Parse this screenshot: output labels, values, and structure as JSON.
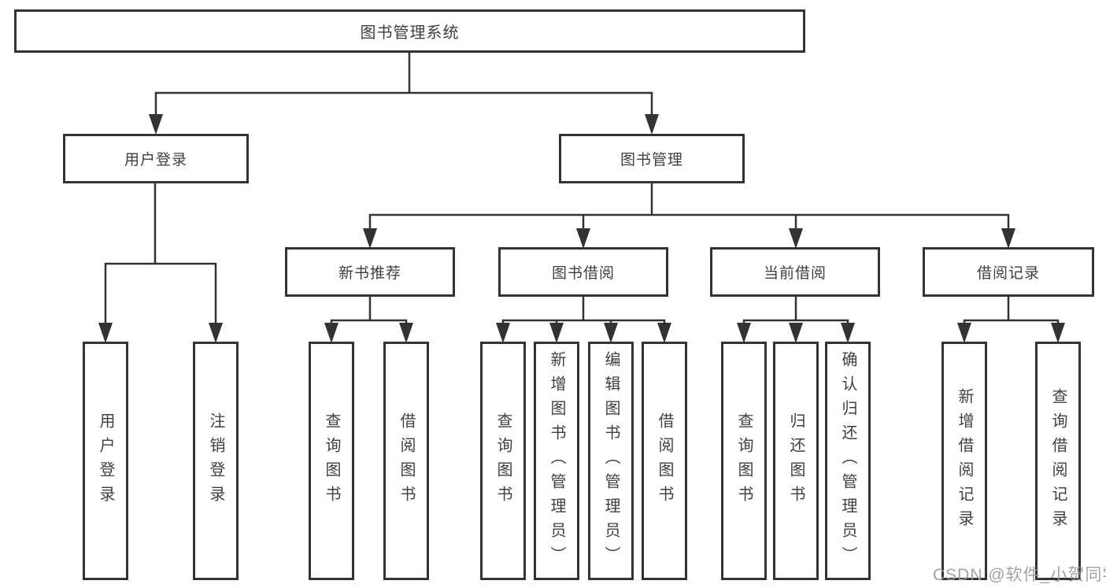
{
  "colors": {
    "background": "#ffffff",
    "box_border": "#333333",
    "connector_line": "#333333",
    "text": "#3d3f42",
    "watermark": "#9a9a9a"
  },
  "watermark": {
    "text": "CSDN @软件_小贺同学"
  },
  "tree": {
    "root": {
      "label": "图书管理系统",
      "children": [
        {
          "label": "用户登录",
          "children": [
            {
              "label": "用户登录"
            },
            {
              "label": "注销登录"
            }
          ]
        },
        {
          "label": "图书管理",
          "children": [
            {
              "label": "新书推荐",
              "children": [
                {
                  "label": "查询图书"
                },
                {
                  "label": "借阅图书"
                }
              ]
            },
            {
              "label": "图书借阅",
              "children": [
                {
                  "label": "查询图书"
                },
                {
                  "label": "新增图书（管理员）"
                },
                {
                  "label": "编辑图书（管理员）"
                },
                {
                  "label": "借阅图书"
                }
              ]
            },
            {
              "label": "当前借阅",
              "children": [
                {
                  "label": "查询图书"
                },
                {
                  "label": "归还图书"
                },
                {
                  "label": "确认归还（管理员）"
                }
              ]
            },
            {
              "label": "借阅记录",
              "children": [
                {
                  "label": "新增借阅记录"
                },
                {
                  "label": "查询借阅记录"
                }
              ]
            }
          ]
        }
      ]
    }
  }
}
